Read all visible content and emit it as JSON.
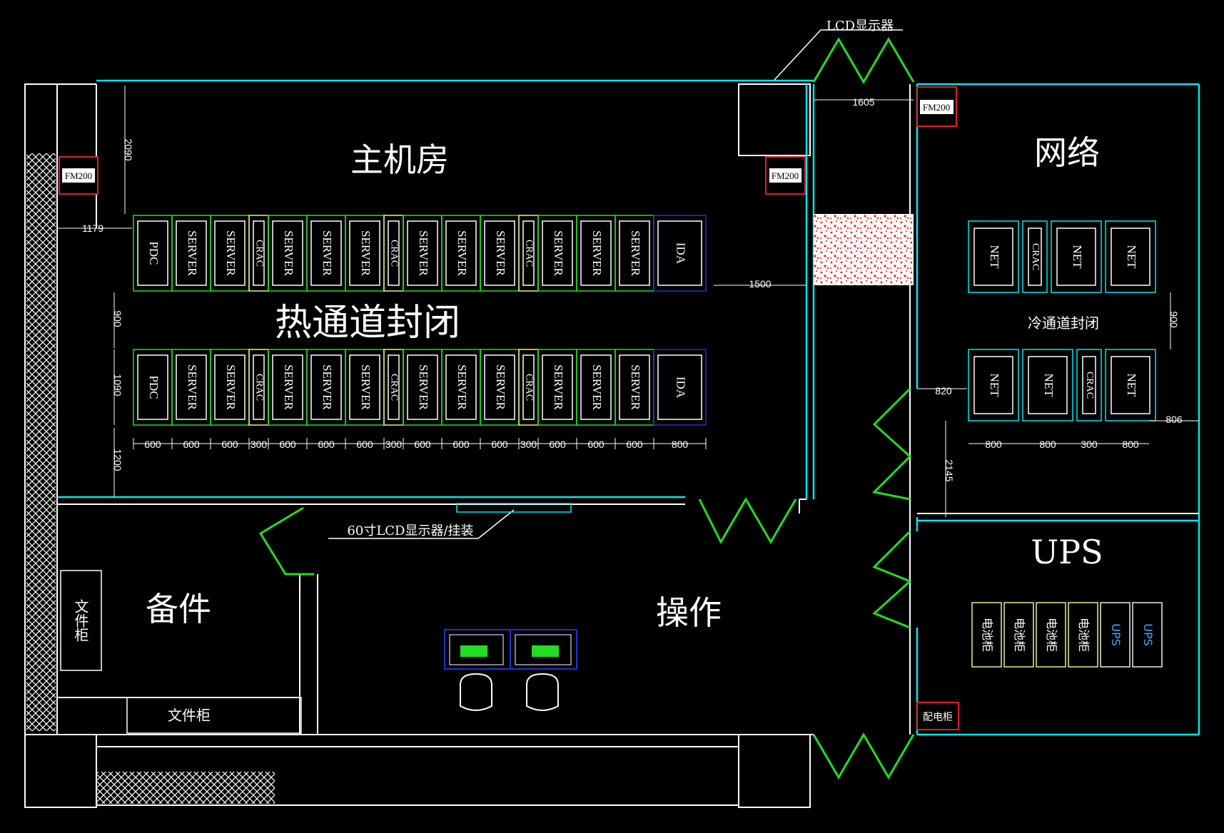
{
  "rooms": {
    "main": "主机房",
    "hot_aisle": "热通道封闭",
    "network": "网络",
    "cold_aisle": "冷通道封闭",
    "ups": "UPS",
    "spare": "备件",
    "operation": "操作"
  },
  "labels": {
    "lcd_top": "LCD显示器",
    "lcd_wall": "60寸LCD显示器/挂装",
    "file_cabinet": "文件柜",
    "file_cabinet_vertical": "文件柜",
    "distribution_cabinet": "配电柜",
    "fm200": "FM200"
  },
  "racks": {
    "row1": [
      "PDC",
      "SERVER",
      "SERVER",
      "CRAC",
      "SERVER",
      "SERVER",
      "SERVER",
      "CRAC",
      "SERVER",
      "SERVER",
      "SERVER",
      "CRAC",
      "SERVER",
      "SERVER",
      "SERVER",
      "IDA"
    ],
    "row2": [
      "PDC",
      "SERVER",
      "SERVER",
      "CRAC",
      "SERVER",
      "SERVER",
      "SERVER",
      "CRAC",
      "SERVER",
      "SERVER",
      "SERVER",
      "CRAC",
      "SERVER",
      "SERVER",
      "SERVER",
      "IDA"
    ],
    "net_row1": [
      "NET",
      "CRAC",
      "NET",
      "NET"
    ],
    "net_row2": [
      "NET",
      "NET",
      "CRAC",
      "NET"
    ],
    "ups_row": [
      "电池柜",
      "电池柜",
      "电池柜",
      "电池柜",
      "UPS",
      "UPS"
    ]
  },
  "dims": {
    "widths_row": [
      "600",
      "600",
      "600",
      "300",
      "600",
      "600",
      "600",
      "300",
      "600",
      "600",
      "600",
      "300",
      "600",
      "600",
      "600",
      "800"
    ],
    "d2090": "2090",
    "d1179": "1179",
    "d1500": "1500",
    "d900": "900",
    "d1090": "1090",
    "d1200": "1200",
    "d1605": "1605",
    "d820": "820",
    "d900b": "900",
    "d806": "806",
    "d2145": "2145",
    "net_widths": [
      "800",
      "800",
      "300",
      "800"
    ]
  },
  "colors": {
    "wall": "#00e5ee",
    "green": "#22dd22",
    "red": "#ff2222",
    "blue": "#2233cc",
    "yellow": "#eeee88"
  }
}
